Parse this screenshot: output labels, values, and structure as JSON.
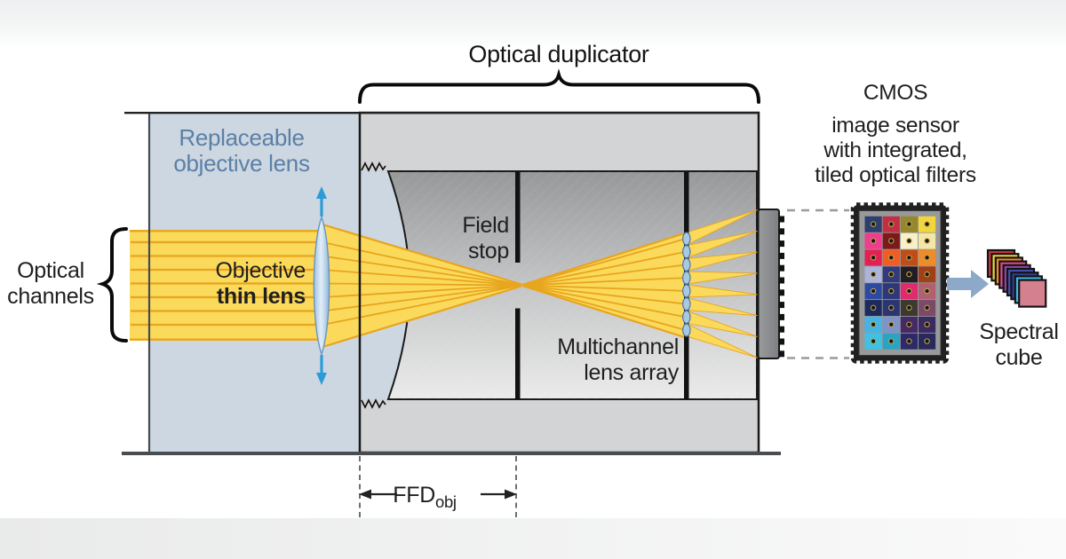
{
  "labels": {
    "optical_duplicator": "Optical duplicator",
    "replaceable_objective_lens": [
      "Replaceable",
      "objective lens"
    ],
    "optical_channels": [
      "Optical",
      "channels"
    ],
    "objective_thin_lens": [
      "Objective",
      "thin lens"
    ],
    "field_stop": [
      "Field",
      "stop"
    ],
    "multichannel_lens_array": [
      "Multichannel",
      "lens array"
    ],
    "cmos_sensor": [
      "CMOS",
      "image sensor",
      "with integrated,",
      "tiled optical filters"
    ],
    "spectral_cube": [
      "Spectral",
      "cube"
    ],
    "ffd": {
      "main": "FFD",
      "sub": "obj"
    }
  },
  "colors": {
    "background": "#ffffff",
    "text": "#1f1f1f",
    "blue_label_text": "#5b80a6",
    "housing_gray": "#d3d4d5",
    "cavity_top": "#97989a",
    "cavity_mid": "#c4c5c6",
    "cavity_bottom": "#ebebeb",
    "objective_body": "#cdd7e1",
    "objective_border": "#454b52",
    "beam_fill": "#fbd95b",
    "ray_line": "#e8a51e",
    "lens_stroke": "#6a94c0",
    "lenslet_fill": "#a9c8e2",
    "lenslet_stroke": "#4a78a8",
    "focus_arrow_blue": "#2b9cd8",
    "stop_black": "#121212",
    "outline_black": "#1a1a1a",
    "baseline_gray": "#4a4d50",
    "sensor_gray": "#8f9092",
    "chip_frame": "#98999b",
    "chip_border": "#212121",
    "dashed_line": "#9b9b9b",
    "dim_line": "#555555",
    "spectral_arrow": "#8ca9c9",
    "brace": "#0a0a0a",
    "dot_fill": "#17150e",
    "dot_ring": "#bfa84e",
    "cube_stroke": "#141414"
  },
  "filter_mosaic": {
    "rows": 8,
    "cols": 4,
    "tile_colors": [
      [
        "#2e3e6d",
        "#c22f44",
        "#96862c",
        "#f2d63b"
      ],
      [
        "#ee3d8a",
        "#7c1a1a",
        "#f8f0c8",
        "#f2e6a8"
      ],
      [
        "#e22052",
        "#ef5d24",
        "#c04d18",
        "#ef8c28"
      ],
      [
        "#aab4dc",
        "#303a7c",
        "#221d24",
        "#a04018"
      ],
      [
        "#2c4aa0",
        "#2e3878",
        "#e02a70",
        "#b06070"
      ],
      [
        "#1c2a5c",
        "#2a3572",
        "#3c3a30",
        "#7c4a68"
      ],
      [
        "#45b4e4",
        "#7e94c8",
        "#452a66",
        "#392a62"
      ],
      [
        "#3fc1e2",
        "#2aa3c4",
        "#2c2a68",
        "#282a5e"
      ]
    ]
  },
  "spectral_cube_layers": [
    "#cf3345",
    "#efd53a",
    "#ef8d2a",
    "#e2498c",
    "#8a4aa2",
    "#4553b2",
    "#303f92",
    "#41b8e2",
    "#d4808e"
  ]
}
